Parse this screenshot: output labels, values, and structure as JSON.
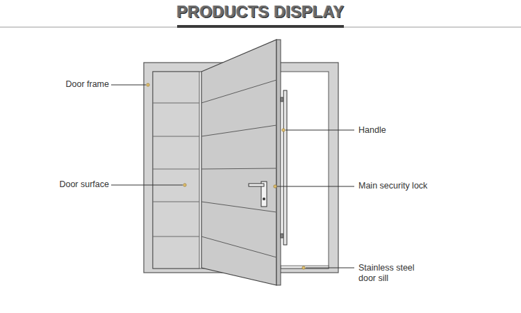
{
  "diagram": {
    "title": "PRODUCTS DISPLAY",
    "labels": [
      "Door frame",
      "Door surface",
      "Handle",
      "Main security lock",
      "Stainless steel door sill"
    ]
  }
}
